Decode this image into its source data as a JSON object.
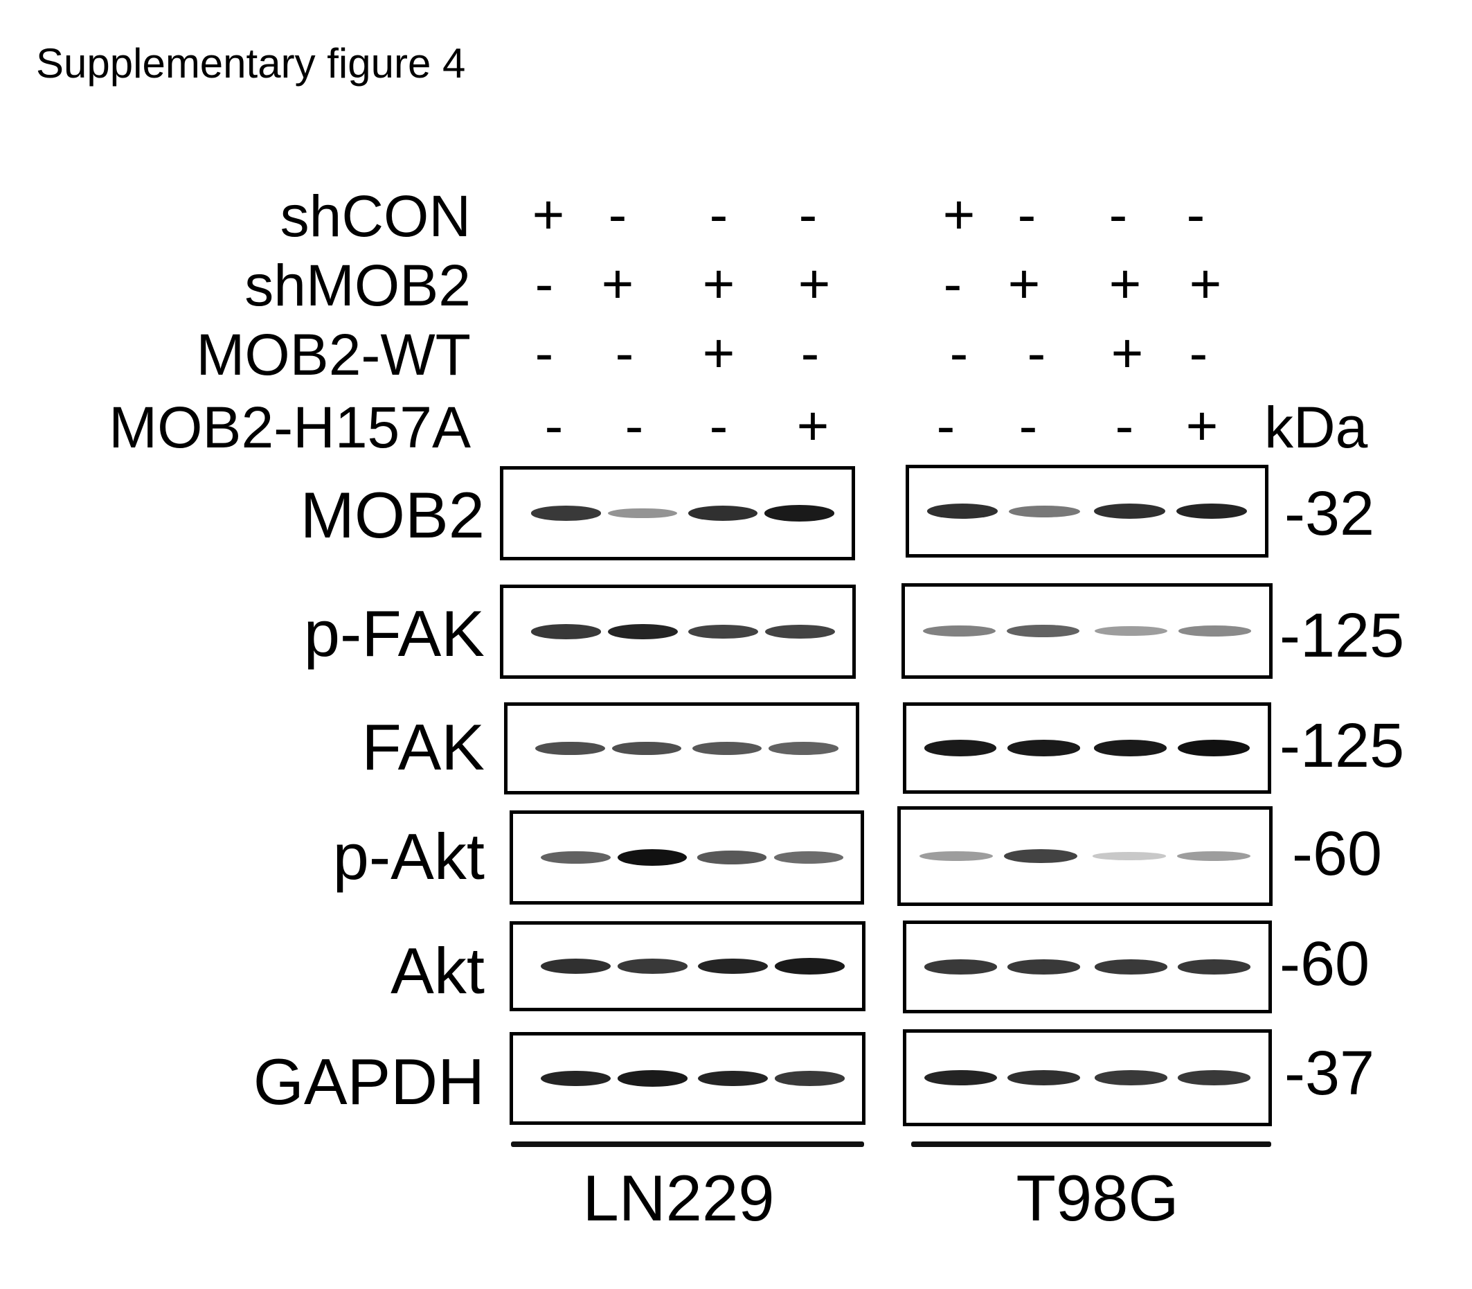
{
  "figure_title": "Supplementary figure 4",
  "conditions": [
    {
      "label": "shCON",
      "ln229": [
        "+",
        "-",
        "-",
        "-"
      ],
      "t98g": [
        "+",
        "-",
        "-",
        "-"
      ]
    },
    {
      "label": "shMOB2",
      "ln229": [
        "-",
        "+",
        "+",
        "+"
      ],
      "t98g": [
        "-",
        "+",
        "+",
        "+"
      ]
    },
    {
      "label": "MOB2-WT",
      "ln229": [
        "-",
        "-",
        "+",
        "-"
      ],
      "t98g": [
        "-",
        "-",
        "+",
        "-"
      ]
    },
    {
      "label": "MOB2-H157A",
      "ln229": [
        "-",
        "-",
        "-",
        "+"
      ],
      "t98g": [
        "-",
        "-",
        "-",
        "+"
      ]
    }
  ],
  "mw_unit": "kDa",
  "blots": [
    {
      "label": "MOB2",
      "mw": "-32",
      "ln229_intensity": [
        0.8,
        0.35,
        0.85,
        0.95
      ],
      "t98g_intensity": [
        0.85,
        0.5,
        0.85,
        0.9
      ]
    },
    {
      "label": "p-FAK",
      "mw": "-125",
      "ln229_intensity": [
        0.8,
        0.9,
        0.75,
        0.75
      ],
      "t98g_intensity": [
        0.45,
        0.6,
        0.3,
        0.4
      ]
    },
    {
      "label": "FAK",
      "mw": "-125",
      "ln229_intensity": [
        0.7,
        0.7,
        0.65,
        0.6
      ],
      "t98g_intensity": [
        0.95,
        0.95,
        0.95,
        1.0
      ]
    },
    {
      "label": "p-Akt",
      "mw": "-60",
      "ln229_intensity": [
        0.6,
        1.0,
        0.65,
        0.55
      ],
      "t98g_intensity": [
        0.3,
        0.75,
        0.1,
        0.3
      ]
    },
    {
      "label": "Akt",
      "mw": "-60",
      "ln229_intensity": [
        0.85,
        0.8,
        0.9,
        0.95
      ],
      "t98g_intensity": [
        0.8,
        0.8,
        0.8,
        0.8
      ]
    },
    {
      "label": "GAPDH",
      "mw": "-37",
      "ln229_intensity": [
        0.9,
        0.95,
        0.9,
        0.8
      ],
      "t98g_intensity": [
        0.9,
        0.85,
        0.8,
        0.8
      ]
    }
  ],
  "cell_lines": [
    "LN229",
    "T98G"
  ],
  "colors": {
    "band": "#111111",
    "frame": "#000000",
    "background": "#ffffff"
  }
}
